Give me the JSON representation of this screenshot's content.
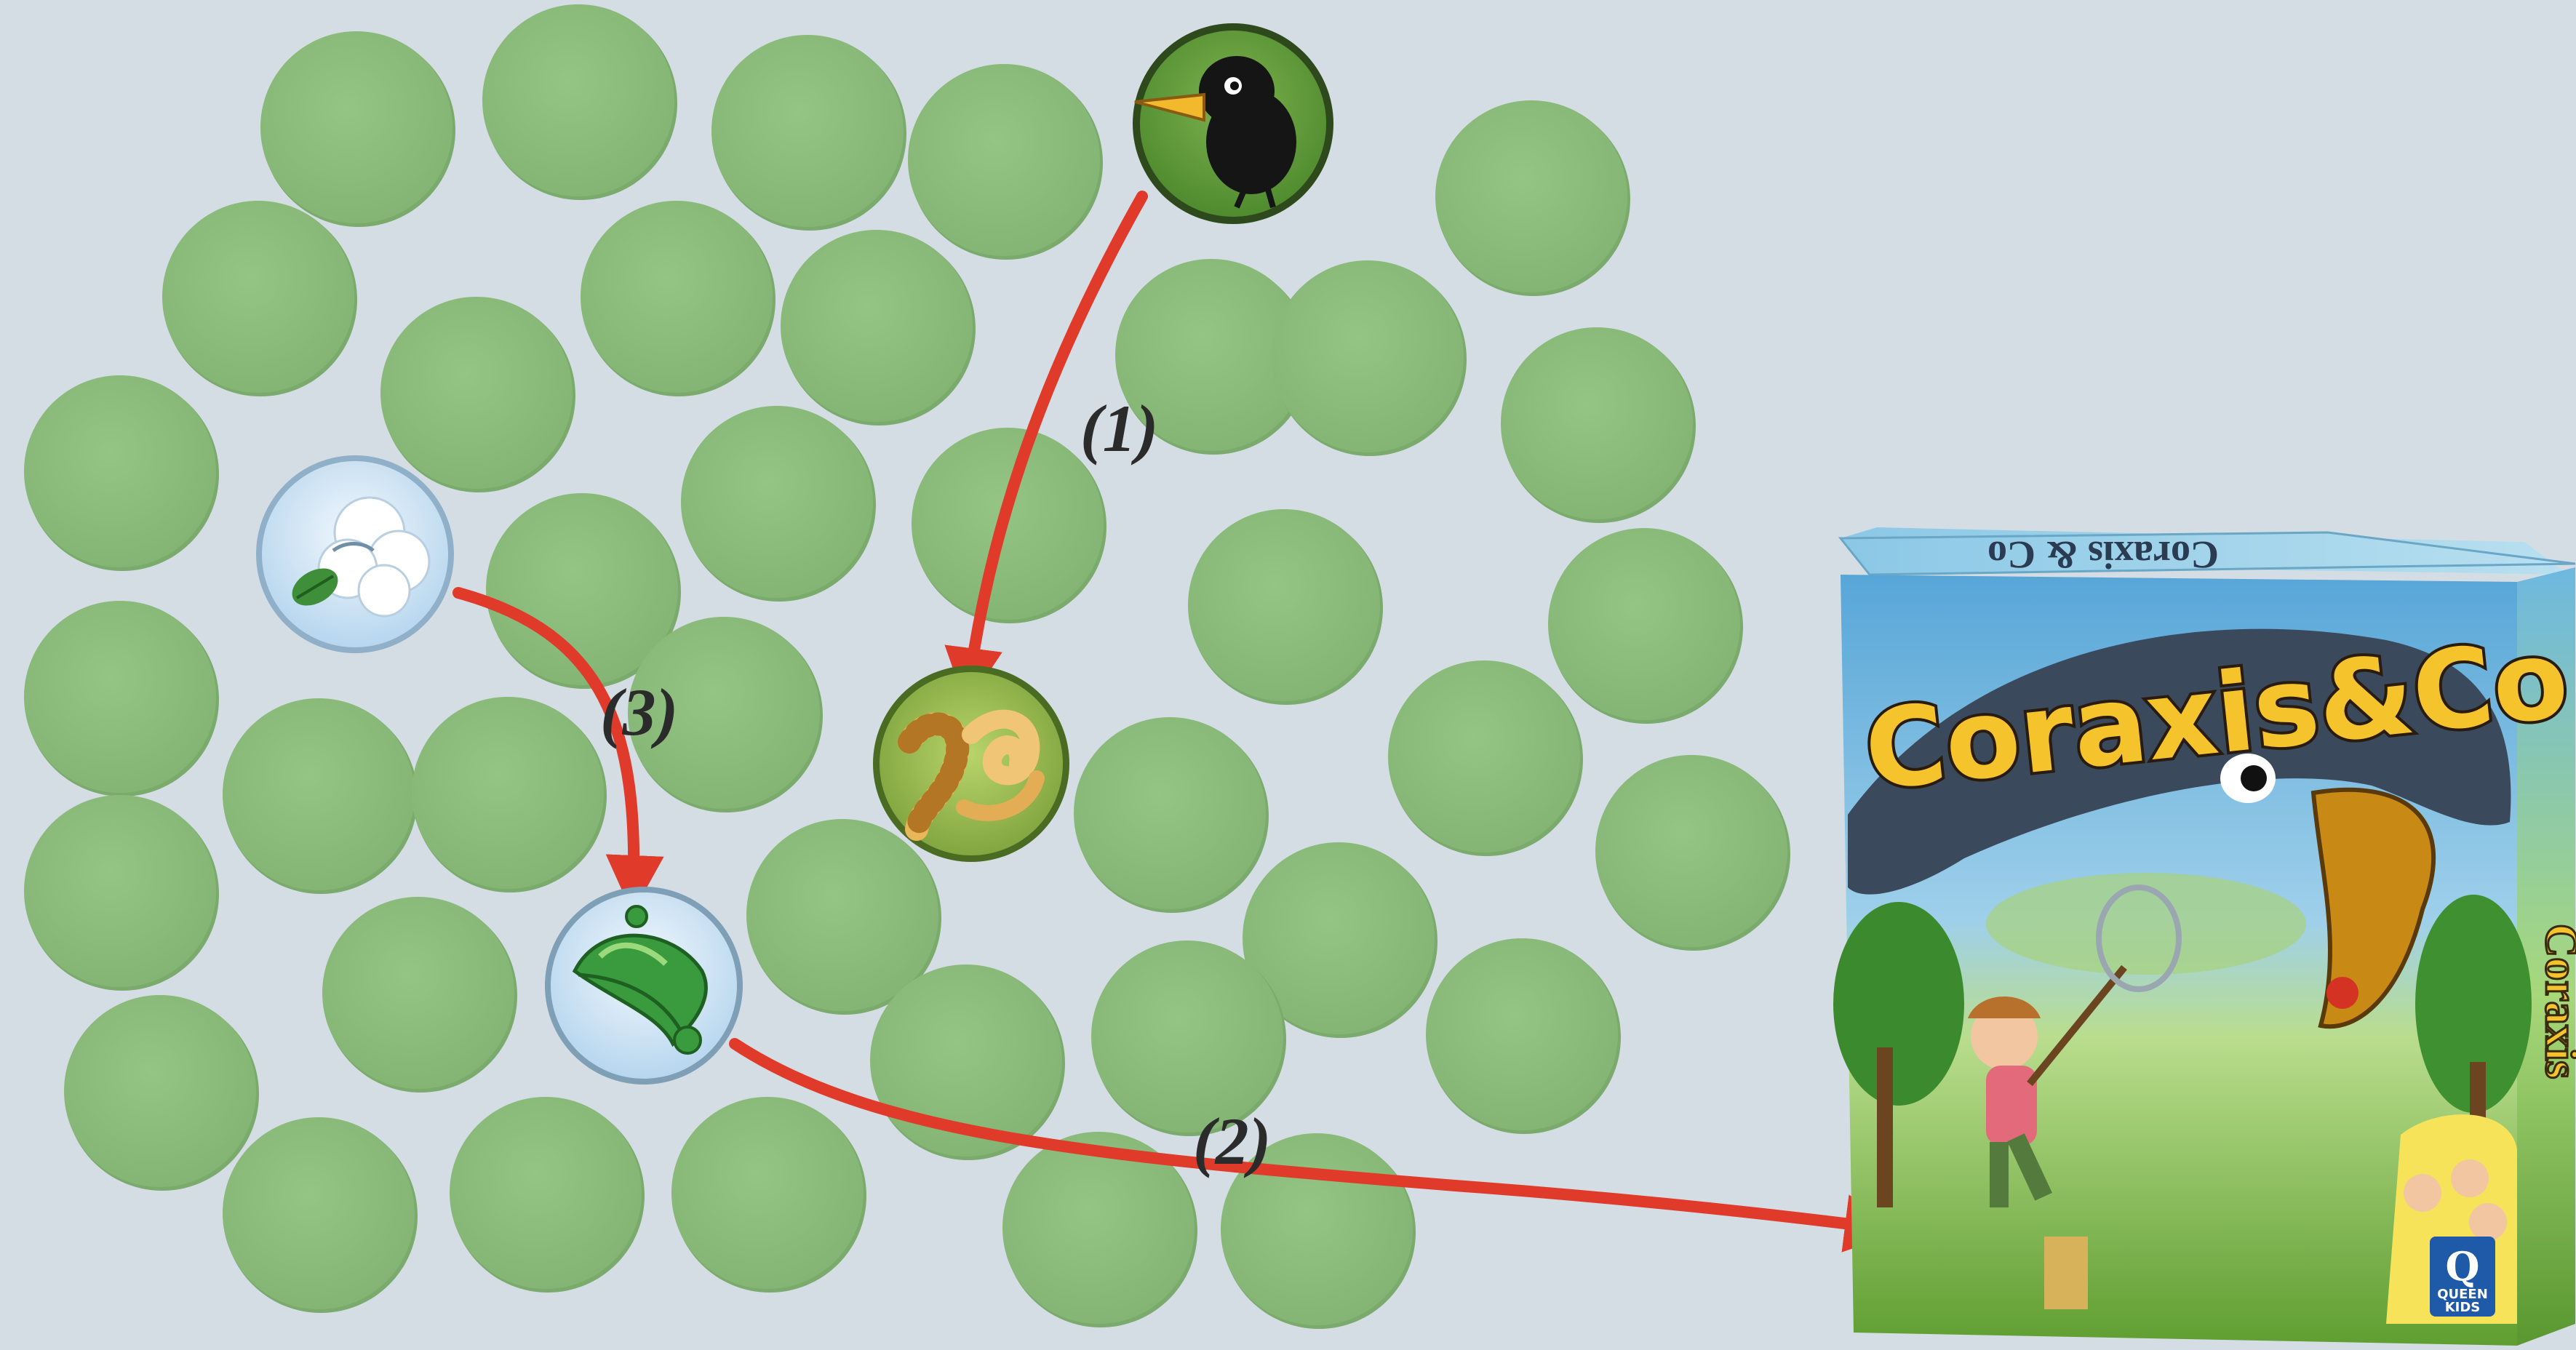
{
  "scene": {
    "background_color": "#d5dde4",
    "chip_color": "#8fbf7f",
    "chip_edge_color": "#7aab6c",
    "arrow_color": "#e03b2a"
  },
  "arrows": [
    {
      "id": "arrow-1",
      "label": "(1)",
      "from": "crow-tile",
      "to": "worm-tile"
    },
    {
      "id": "arrow-2",
      "label": "(2)",
      "from": "leaf-tile",
      "to": "game-box"
    },
    {
      "id": "arrow-3",
      "label": "(3)",
      "from": "wind-tile",
      "to": "leaf-tile"
    }
  ],
  "tiles": [
    {
      "id": "crow-tile",
      "icon": "crow-icon"
    },
    {
      "id": "worm-tile",
      "icon": "worm-icon"
    },
    {
      "id": "wind-tile",
      "icon": "wind-cloud-icon"
    },
    {
      "id": "leaf-tile",
      "icon": "leaf-icon"
    }
  ],
  "game_box": {
    "title": "Coraxis&Co",
    "top_title": "Coraxis & Co",
    "side_title": "Coraxis",
    "publisher_logo_text": "Q",
    "publisher_name_line1": "QUEEN",
    "publisher_name_line2": "KIDS"
  }
}
